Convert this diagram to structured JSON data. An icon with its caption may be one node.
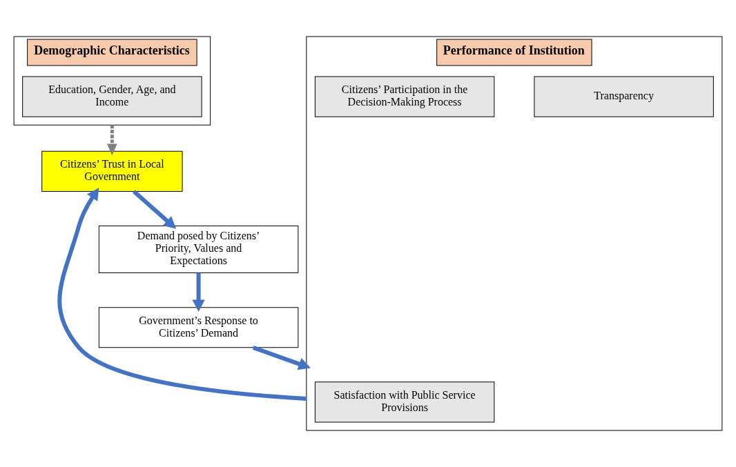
{
  "diagram": {
    "nodes": [
      {
        "text": [
          "Demographic Characteristics"
        ]
      },
      {
        "text": [
          "Education, Gender, Age, and Income"
        ],
        "in": 0
      },
      {
        "text": [
          "Performance of Institution"
        ]
      },
      {
        "text": [
          "Satisfaction with Public Service Provisions"
        ],
        "in": 2
      },
      {
        "text": [
          "Transparency"
        ],
        "in": 2
      },
      {
        "text": [
          "Citizens’ Participation in the Decision-Making Process"
        ],
        "in": 2
      },
      {
        "text": [
          "Citizens’ Trust in Local Government"
        ]
      },
      {
        "text": [
          "Government’s Response to Citizens’ Demand"
        ]
      },
      {
        "text": [
          "Demand posed by Citizens’ Priority, Values and Expectations"
        ]
      }
    ],
    "edges": [
      {
        "from": 2,
        "to": 6,
        "arrow": "to"
      },
      {
        "from": 0,
        "to": 6,
        "arrow": "to",
        "style": "dashed",
        "color": "#7f7f7f"
      },
      {
        "from": 6,
        "to": 8,
        "arrow": "to"
      },
      {
        "from": 8,
        "to": 7,
        "arrow": "to"
      },
      {
        "from": 7,
        "to": 2,
        "arrow": "to"
      }
    ]
  }
}
